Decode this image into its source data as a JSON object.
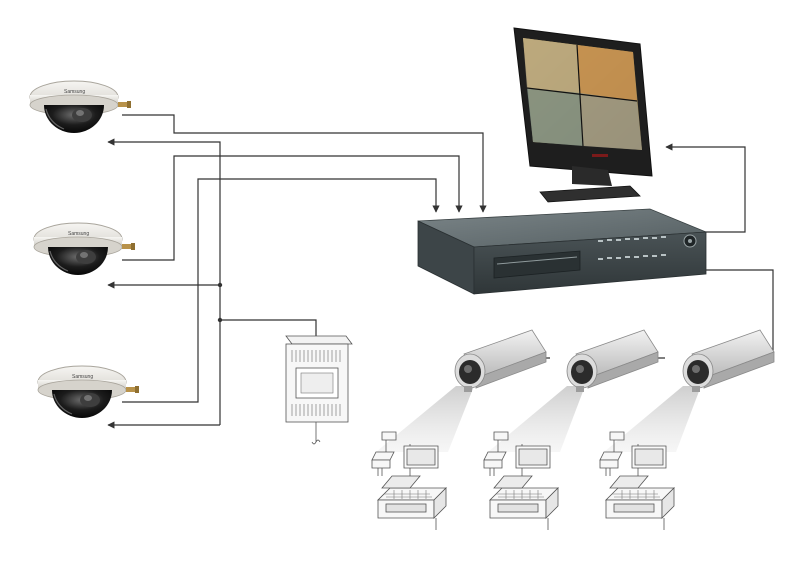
{
  "diagram": {
    "dome_camera_brand": "Samsung",
    "colors": {
      "wire": "#333333",
      "dome_shell": "#e8e6e1",
      "dvr_body": "#5a6466",
      "monitor_frame": "#1e1e1e",
      "screen": "#c9a65c",
      "box_camera": "#d9d9d9"
    },
    "components": {
      "dome_cameras": 3,
      "box_cameras": 3,
      "dvr": 1,
      "monitor": 1,
      "power_supply": 1,
      "pos_terminals": 3
    },
    "icons": [
      "dome-camera",
      "box-camera",
      "dvr-recorder",
      "monitor",
      "power-supply",
      "pos-terminal"
    ]
  }
}
